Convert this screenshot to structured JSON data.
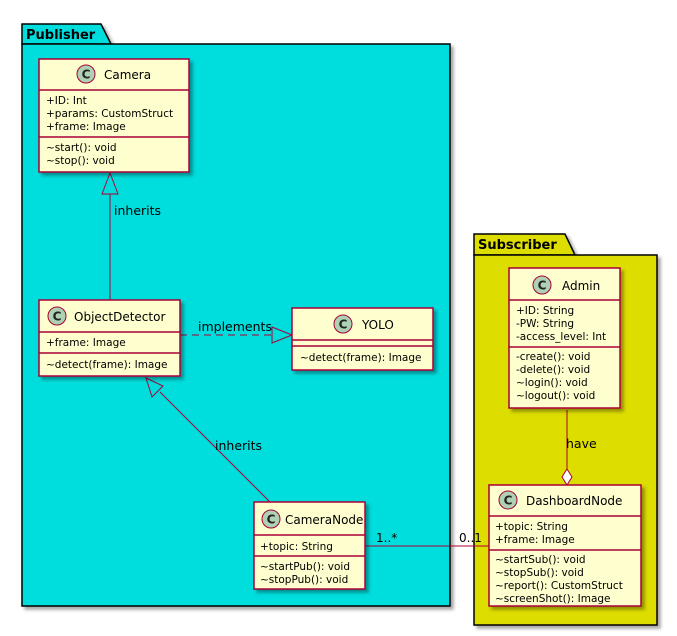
{
  "colors": {
    "publisher_fill": "#00DDDD",
    "subscriber_fill": "#DDDD00",
    "class_fill": "#FEFECE",
    "class_border": "#A80036",
    "class_icon": "#ADD1B2"
  },
  "packages": {
    "publisher": {
      "name": "Publisher"
    },
    "subscriber": {
      "name": "Subscriber"
    }
  },
  "classes": {
    "camera": {
      "icon": "C",
      "name": "Camera",
      "fields": [
        "+ID:  Int",
        "+params: CustomStruct",
        "+frame: Image"
      ],
      "methods": [
        "~start(): void",
        "~stop(): void"
      ]
    },
    "objectdetector": {
      "icon": "C",
      "name": "ObjectDetector",
      "fields": [
        "+frame:  Image"
      ],
      "methods": [
        "~detect(frame): Image"
      ]
    },
    "yolo": {
      "icon": "C",
      "name": "YOLO",
      "fields": [],
      "methods": [
        "~detect(frame): Image"
      ]
    },
    "cameranode": {
      "icon": "C",
      "name": "CameraNode",
      "fields": [
        "+topic:  String"
      ],
      "methods": [
        "~startPub(): void",
        "~stopPub(): void"
      ]
    },
    "admin": {
      "icon": "C",
      "name": "Admin",
      "fields": [
        "+ID: String",
        "-PW: String",
        "-access_level: Int"
      ],
      "methods": [
        "-create(): void",
        "-delete(): void",
        "~login(): void",
        "~logout(): void"
      ]
    },
    "dashboardnode": {
      "icon": "C",
      "name": "DashboardNode",
      "fields": [
        "+topic: String",
        "+frame: Image"
      ],
      "methods": [
        "~startSub(): void",
        "~stopSub(): void",
        "~report(): CustomStruct",
        "~screenShot(): Image"
      ]
    }
  },
  "relations": {
    "inherits_camera": {
      "label": "inherits"
    },
    "implements_yolo": {
      "label": "implements"
    },
    "inherits_detector": {
      "label": "inherits"
    },
    "have_dashboard": {
      "label": "have"
    },
    "assoc_nodes": {
      "label_source": "1..*",
      "label_target": "0..1"
    }
  }
}
